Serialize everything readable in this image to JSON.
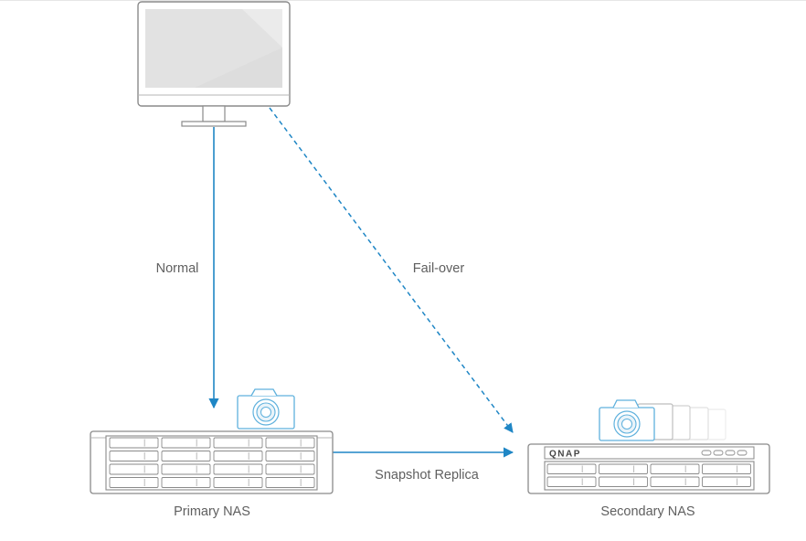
{
  "labels": {
    "normal": "Normal",
    "failover": "Fail-over",
    "snapshot_replica": "Snapshot Replica",
    "primary_nas": "Primary NAS",
    "secondary_nas": "Secondary NAS",
    "brand": "QNAP"
  },
  "colors": {
    "arrow": "#1f86c5",
    "outline": "#8a8a8a",
    "screen": "#e2e2e2",
    "camera": "#5fb1dd",
    "text": "#5f5f5f"
  },
  "icons": [
    "monitor-icon",
    "camera-icon",
    "nas-icon",
    "arrow-icon"
  ]
}
